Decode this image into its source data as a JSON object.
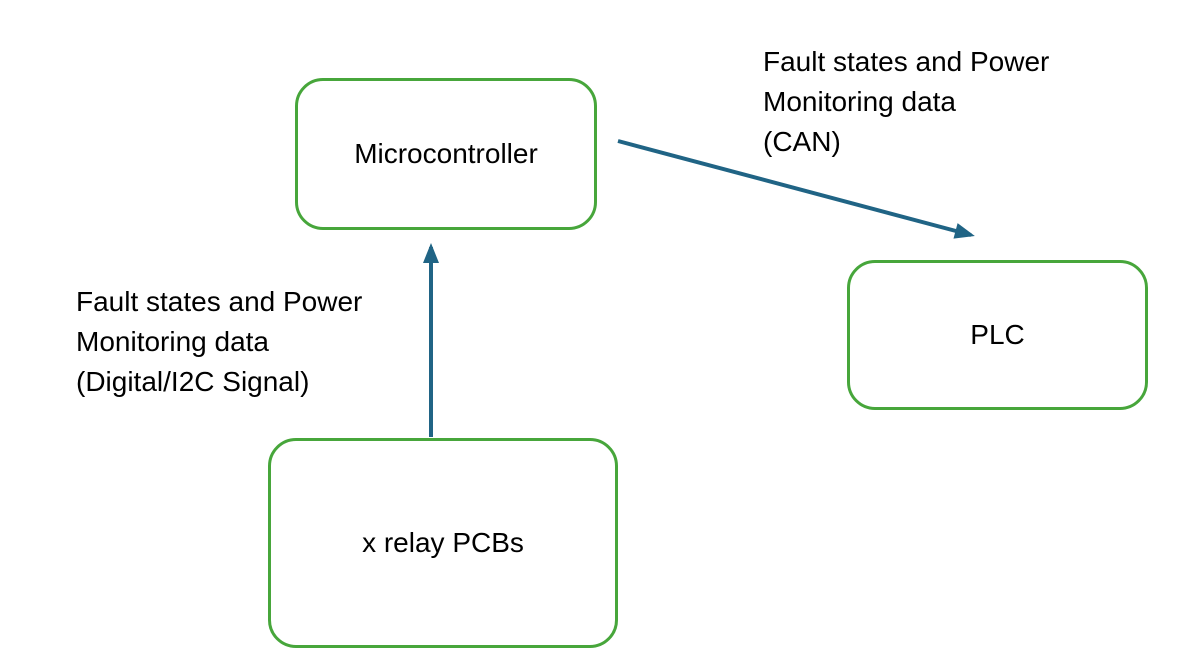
{
  "diagram": {
    "nodes": {
      "microcontroller": {
        "label": "Microcontroller"
      },
      "plc": {
        "label": "PLC"
      },
      "relay_pcbs": {
        "label": "x relay PCBs"
      }
    },
    "edge_labels": {
      "can": {
        "line1": "Fault states and Power",
        "line2": "Monitoring data",
        "line3": "(CAN)"
      },
      "digital": {
        "line1": "Fault states and Power",
        "line2": "Monitoring data",
        "line3": "(Digital/I2C Signal)"
      }
    },
    "colors": {
      "node_border": "#47A63B",
      "arrow": "#206485",
      "text": "#000000",
      "background": "#FFFFFF"
    }
  }
}
